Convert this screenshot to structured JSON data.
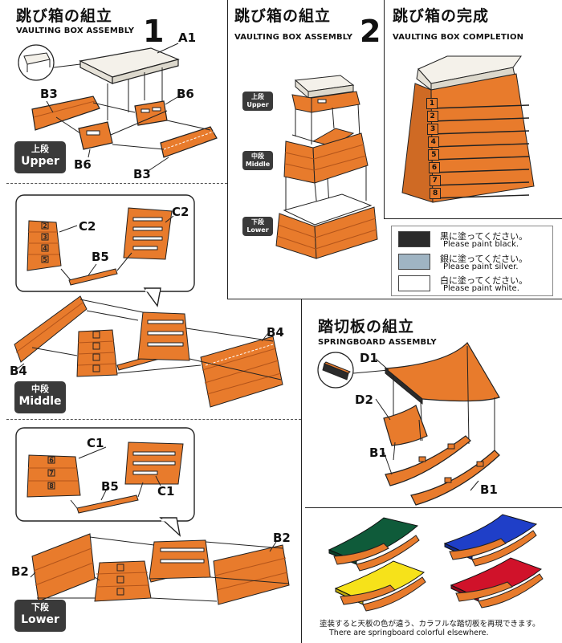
{
  "colors": {
    "orange": "#e87b2c",
    "orange_dark": "#b3541a",
    "cushion": "#f4f1ea",
    "black": "#2b2b2b",
    "silver": "#9fb4c3",
    "white": "#ffffff",
    "green": "#0f5b3a",
    "blue": "#1f3fc8",
    "yellow": "#f6e21a",
    "red": "#d0122a"
  },
  "step1": {
    "title": "跳び箱の組立",
    "subtitle": "VAULTING BOX ASSEMBLY",
    "number": "1",
    "parts": {
      "a1": "A1",
      "b3_left": "B3",
      "b6_right": "B6",
      "b6_bottom": "B6",
      "b3_bottom": "B3"
    },
    "badge_jp": "上段",
    "badge_en": "Upper"
  },
  "step2": {
    "title": "跳び箱の組立",
    "subtitle": "VAULTING BOX ASSEMBLY",
    "number": "2",
    "badges": [
      {
        "jp": "上段",
        "en": "Upper"
      },
      {
        "jp": "中段",
        "en": "Middle"
      },
      {
        "jp": "下段",
        "en": "Lower"
      }
    ]
  },
  "completion": {
    "title": "跳び箱の完成",
    "subtitle": "VAULTING BOX  COMPLETION",
    "tier_numbers": [
      "1",
      "2",
      "3",
      "4",
      "5",
      "6",
      "7",
      "8"
    ]
  },
  "legend": [
    {
      "jp": "黒に塗ってください。",
      "en": "Please paint black.",
      "swatch": "black"
    },
    {
      "jp": "銀に塗ってください。",
      "en": "Please paint silver.",
      "swatch": "silver"
    },
    {
      "jp": "白に塗ってください。",
      "en": "Please paint white.",
      "swatch": "white"
    }
  ],
  "middle": {
    "parts": {
      "c2_a": "C2",
      "c2_b": "C2",
      "b5": "B5",
      "b4_left": "B4",
      "b4_right": "B4"
    },
    "panel_numbers": [
      "2",
      "3",
      "4",
      "5"
    ],
    "badge_jp": "中段",
    "badge_en": "Middle"
  },
  "lower": {
    "parts": {
      "c1_a": "C1",
      "c1_b": "C1",
      "b5": "B5",
      "b2_left": "B2",
      "b2_right": "B2"
    },
    "panel_numbers": [
      "6",
      "7",
      "8"
    ],
    "badge_jp": "下段",
    "badge_en": "Lower"
  },
  "springboard": {
    "title": "踏切板の組立",
    "subtitle": "SPRINGBOARD ASSEMBLY",
    "parts": {
      "d1": "D1",
      "d2": "D2",
      "b1_left": "B1",
      "b1_right": "B1"
    }
  },
  "colorful": {
    "note_jp": "塗装すると天板の色が違う、カラフルな踏切板を再現できます。",
    "note_en": "There are springboard colorful elsewhere."
  }
}
